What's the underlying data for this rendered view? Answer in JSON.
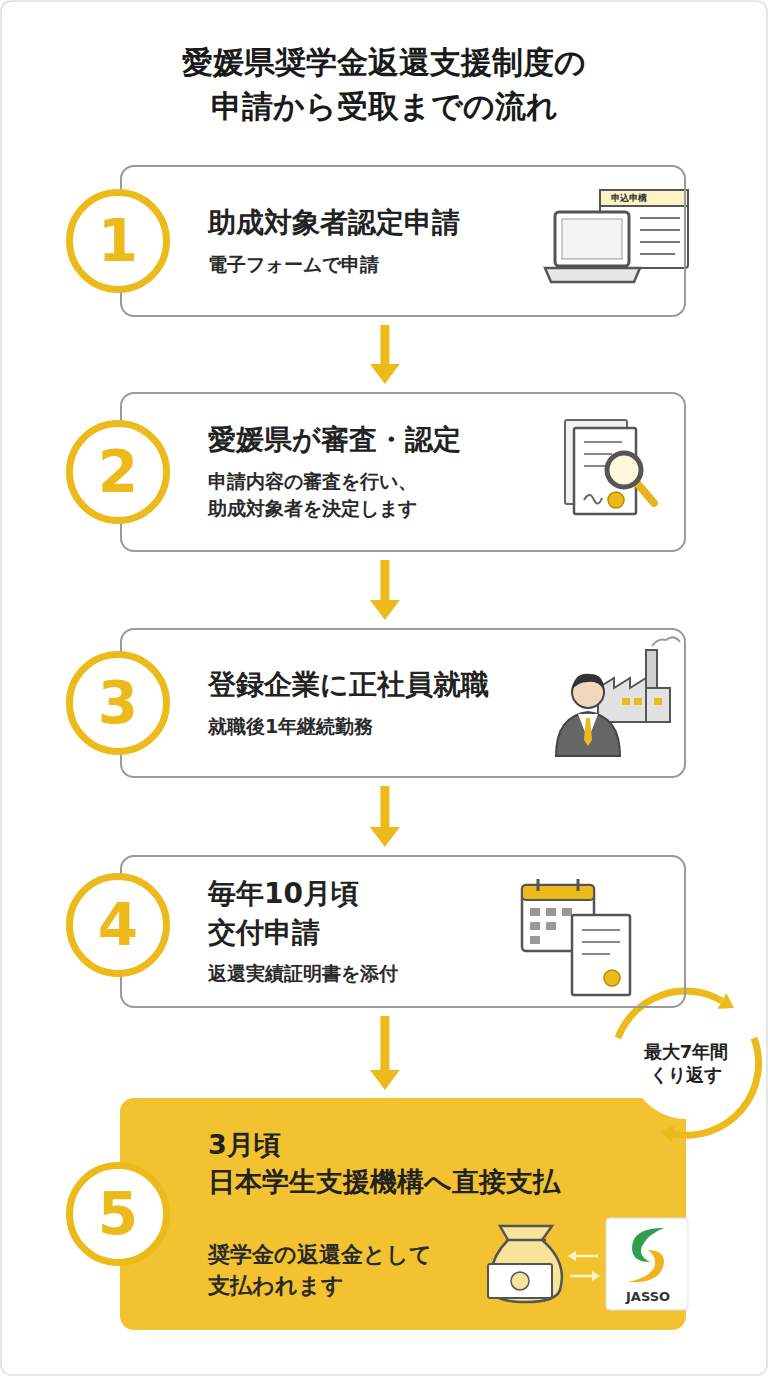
{
  "diagram": {
    "title": "愛媛県奨学金返還支援制度の 申請から受取までの流れ",
    "nodes": [
      {
        "text": [
          "1"
        ]
      },
      {
        "text": [
          "助成対象者認定申請",
          "電子フォームで申請"
        ]
      },
      {
        "text": [
          "2"
        ]
      },
      {
        "text": [
          "愛媛県が審査・認定",
          "申請内容の審査を行い、 助成対象者を決定します"
        ]
      },
      {
        "text": [
          "3"
        ]
      },
      {
        "text": [
          "登録企業に正社員就職",
          "就職後1年継続勤務"
        ]
      },
      {
        "text": [
          "4"
        ]
      },
      {
        "text": [
          "毎年10月頃 交付申請",
          "返還実績証明書を添付"
        ]
      },
      {
        "text": [
          "最大7年間 くり返す"
        ]
      },
      {
        "text": [
          "5"
        ]
      },
      {
        "text": [
          "3月頃 日本学生支援機構へ直接支払",
          "奨学金の返還金として 支払われます"
        ]
      }
    ],
    "edges": [
      {
        "from": 1,
        "to": 3,
        "arrow": "to"
      },
      {
        "from": 3,
        "to": 5,
        "arrow": "to"
      },
      {
        "from": 5,
        "to": 7,
        "arrow": "to"
      },
      {
        "from": 7,
        "to": 10,
        "arrow": "to"
      }
    ],
    "labels": [
      "申込申構",
      "JASSO"
    ]
  }
}
